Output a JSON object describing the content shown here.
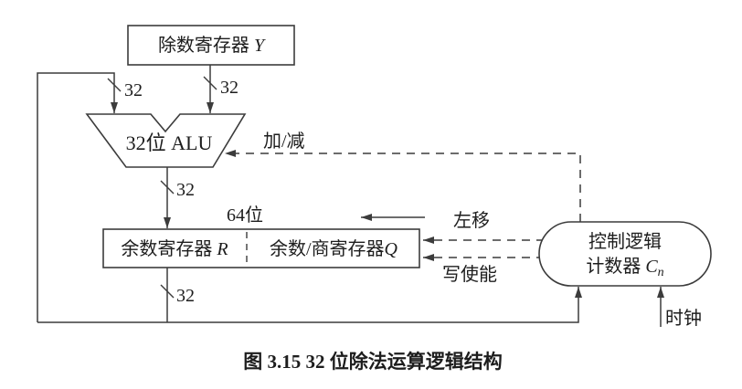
{
  "figure": {
    "caption": "图 3.15  32 位除法运算逻辑结构"
  },
  "blocks": {
    "divisor_register": {
      "name": "除数寄存器 ",
      "var": "Y"
    },
    "alu": {
      "label": "32位 ALU"
    },
    "remainder_register": {
      "name": "余数寄存器 ",
      "var": "R"
    },
    "quotient_register": {
      "name": "余数/商寄存器",
      "var": "Q"
    },
    "control_unit": {
      "line1": "控制逻辑",
      "line2": "计数器 ",
      "var": "C",
      "var_sub": "n"
    }
  },
  "buses": {
    "width32": "32",
    "width64": "64位"
  },
  "signals": {
    "add_sub": "加/减",
    "shift_left": "左移",
    "write_enable": "写使能",
    "clock": "时钟"
  },
  "colors": {
    "line": "#3c3c3c",
    "text": "#1d1d1d",
    "background": "#ffffff"
  }
}
